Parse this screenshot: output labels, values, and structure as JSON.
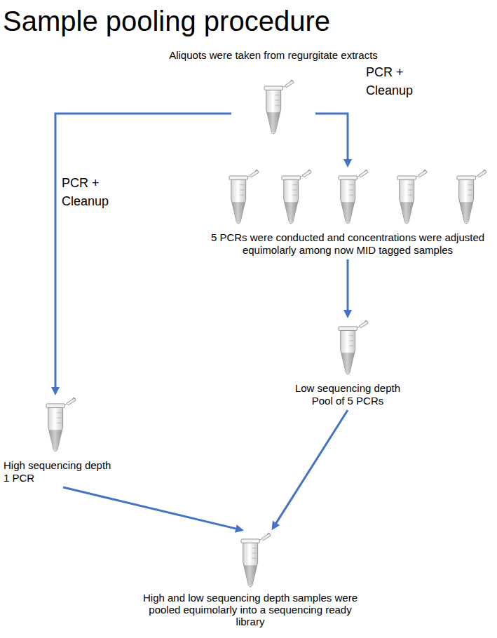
{
  "diagram": {
    "title": "Sample pooling procedure",
    "nodes": [
      {
        "text": [
          "Aliquots were taken from regurgitate extracts"
        ]
      },
      {
        "text": [
          "5 PCRs were conducted and concentrations were adjusted equimolarly among now MID tagged samples"
        ]
      },
      {
        "text": [
          "High sequencing depth",
          "1 PCR"
        ]
      },
      {
        "text": [
          "Low sequencing depth",
          "Pool of 5 PCRs"
        ]
      },
      {
        "text": [
          "High and low sequencing depth samples were pooled equimolarly into a sequencing ready library"
        ]
      }
    ],
    "edges": [
      {
        "from": 0,
        "to": 2,
        "arrow": "to",
        "label": "PCR + Cleanup"
      },
      {
        "from": 0,
        "to": 1,
        "arrow": "to",
        "label": "PCR + Cleanup"
      },
      {
        "from": 1,
        "to": 3,
        "arrow": "to"
      },
      {
        "from": 2,
        "to": 4,
        "arrow": "to"
      },
      {
        "from": 3,
        "to": 4,
        "arrow": "to"
      }
    ]
  }
}
